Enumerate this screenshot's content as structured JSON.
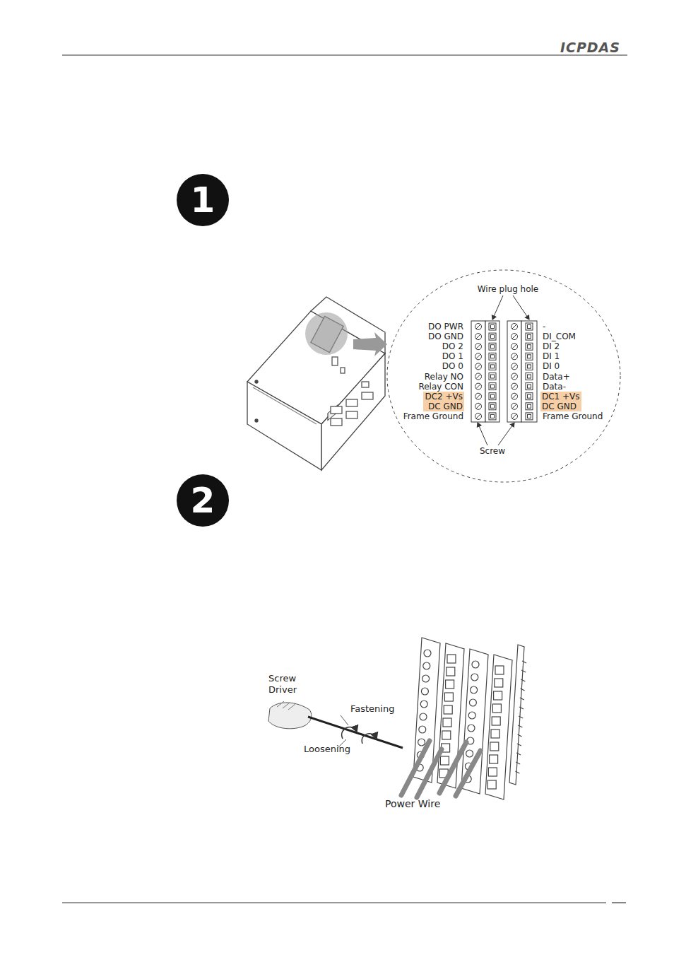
{
  "diagram": {
    "nodes": [
      {
        "text": [
          "1"
        ]
      },
      {
        "text": [
          "DC2 +Vs",
          "DC GND"
        ]
      },
      {
        "text": [
          "DC1 +Vs",
          "DC GND"
        ]
      },
      {
        "text": [
          "2"
        ]
      }
    ],
    "labels": [
      "ICPDAS",
      "Wire plug hole",
      "DO PWR",
      "DO GND",
      "DO 2",
      "DO 1",
      "DO 0",
      "Relay NO",
      "Relay CON",
      "Frame Ground",
      "-",
      "DI_COM",
      "DI 2",
      "DI 1",
      "DI 0",
      "Data+",
      "Data-",
      "Frame Ground",
      "Screw",
      "Screw Driver",
      "Fastening",
      "Loosening",
      "Power Wire"
    ]
  }
}
